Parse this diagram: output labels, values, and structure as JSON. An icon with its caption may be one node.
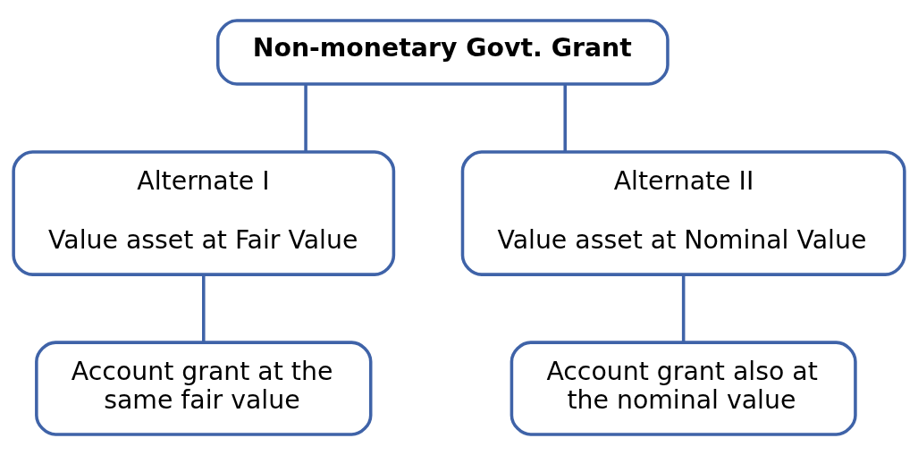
{
  "diagram": {
    "nodes": [
      {
        "text": [
          "Non-monetary Govt. Grant"
        ]
      },
      {
        "text": [
          "Alternate I",
          "Value asset at Fair Value"
        ]
      },
      {
        "text": [
          "Alternate II",
          "Value asset at Nominal Value"
        ]
      },
      {
        "text": [
          "Account grant at the same fair value"
        ]
      },
      {
        "text": [
          "Account grant also at the nominal value"
        ]
      }
    ],
    "edges": [
      {
        "from": 0,
        "to": 1,
        "arrow": "none"
      },
      {
        "from": 0,
        "to": 2,
        "arrow": "none"
      },
      {
        "from": 1,
        "to": 3,
        "arrow": "none"
      },
      {
        "from": 2,
        "to": 4,
        "arrow": "none"
      }
    ]
  }
}
